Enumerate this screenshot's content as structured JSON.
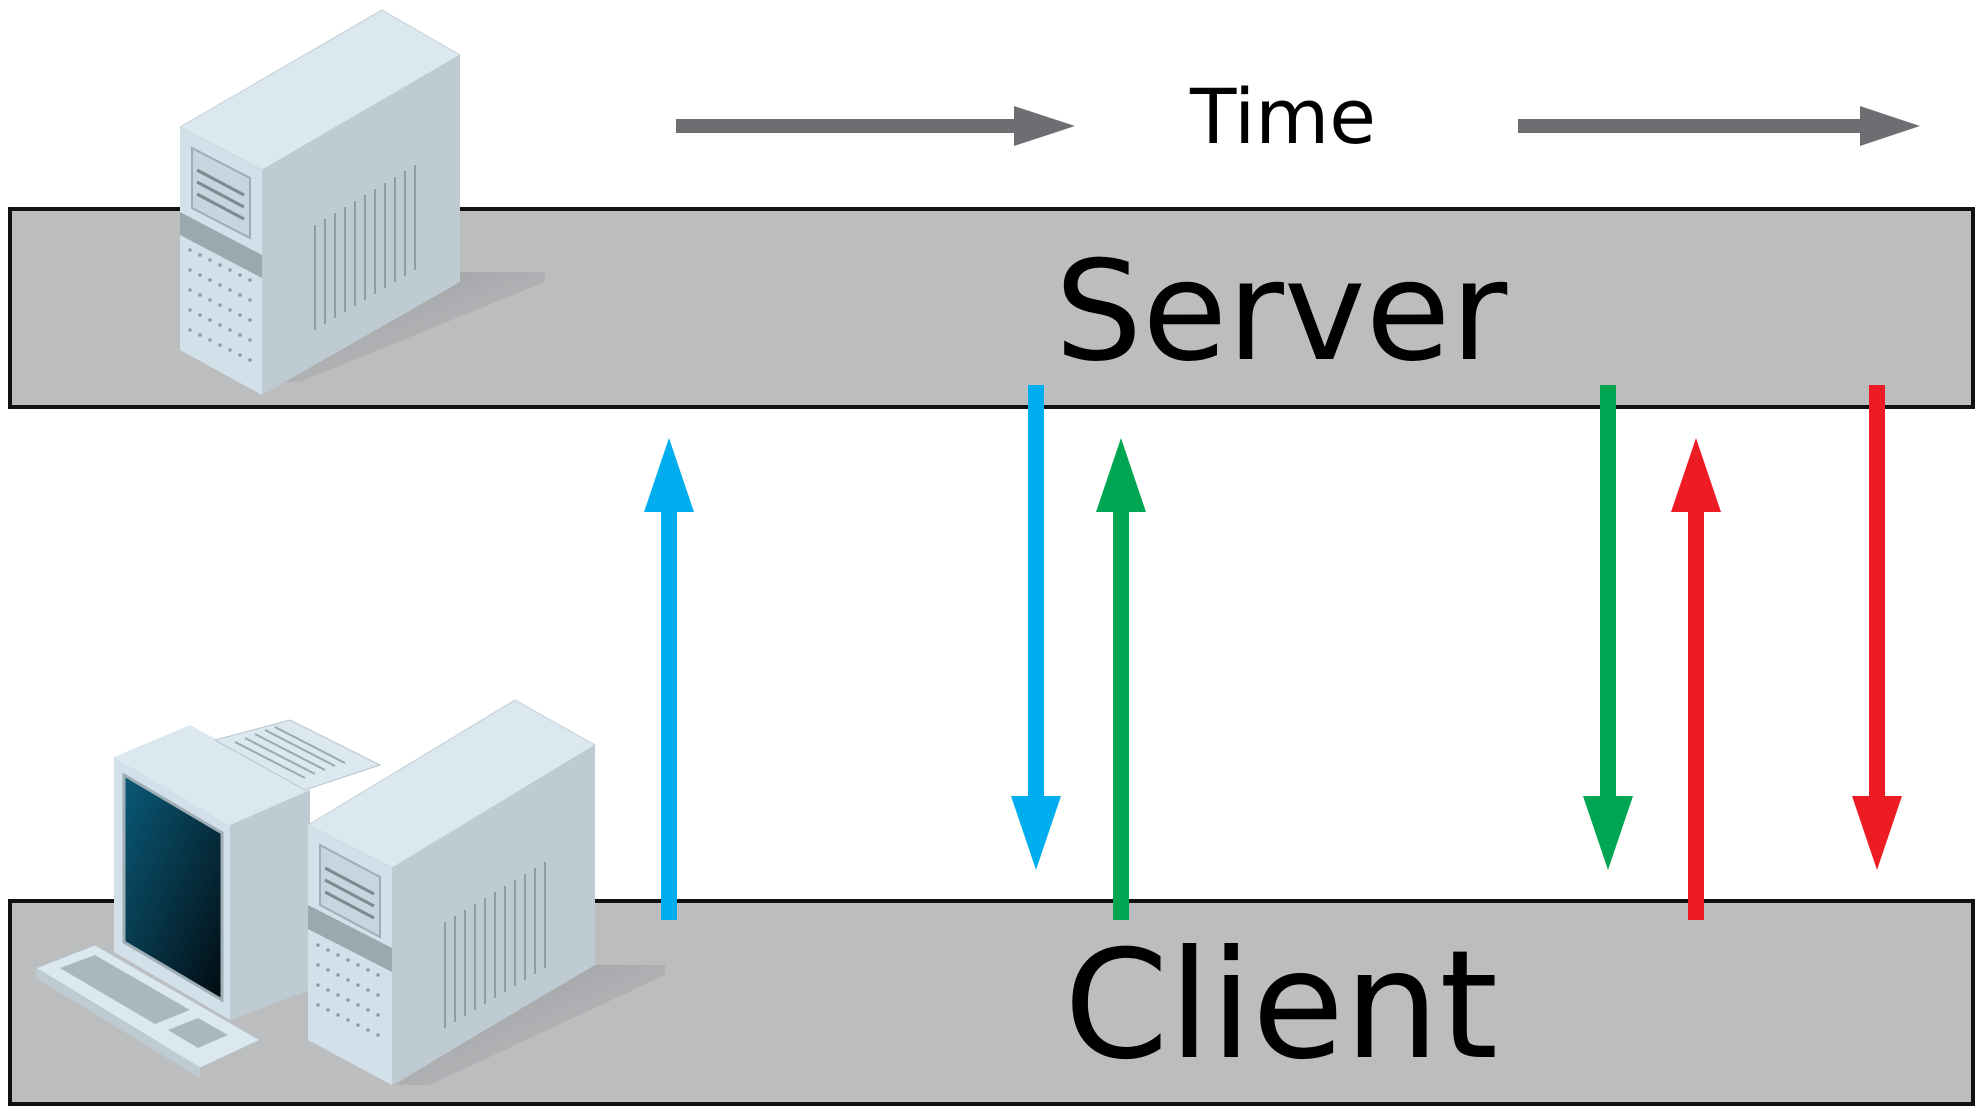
{
  "time_label": "Time",
  "server_label": "Server",
  "client_label": "Client",
  "colors": {
    "lane_fill": "#bcbdbf",
    "lane_stroke": "#111111",
    "time_arrow": "#6d6e71",
    "request_blue": "#00aeef",
    "green": "#00a651",
    "red": "#ed1c24"
  },
  "messages": [
    {
      "direction": "client-to-server",
      "color": "blue"
    },
    {
      "direction": "server-to-client",
      "color": "blue"
    },
    {
      "direction": "client-to-server",
      "color": "green"
    },
    {
      "direction": "server-to-client",
      "color": "green"
    },
    {
      "direction": "client-to-server",
      "color": "red"
    },
    {
      "direction": "server-to-client",
      "color": "red"
    }
  ],
  "icons": [
    "server-tower-icon",
    "client-computer-icon"
  ]
}
